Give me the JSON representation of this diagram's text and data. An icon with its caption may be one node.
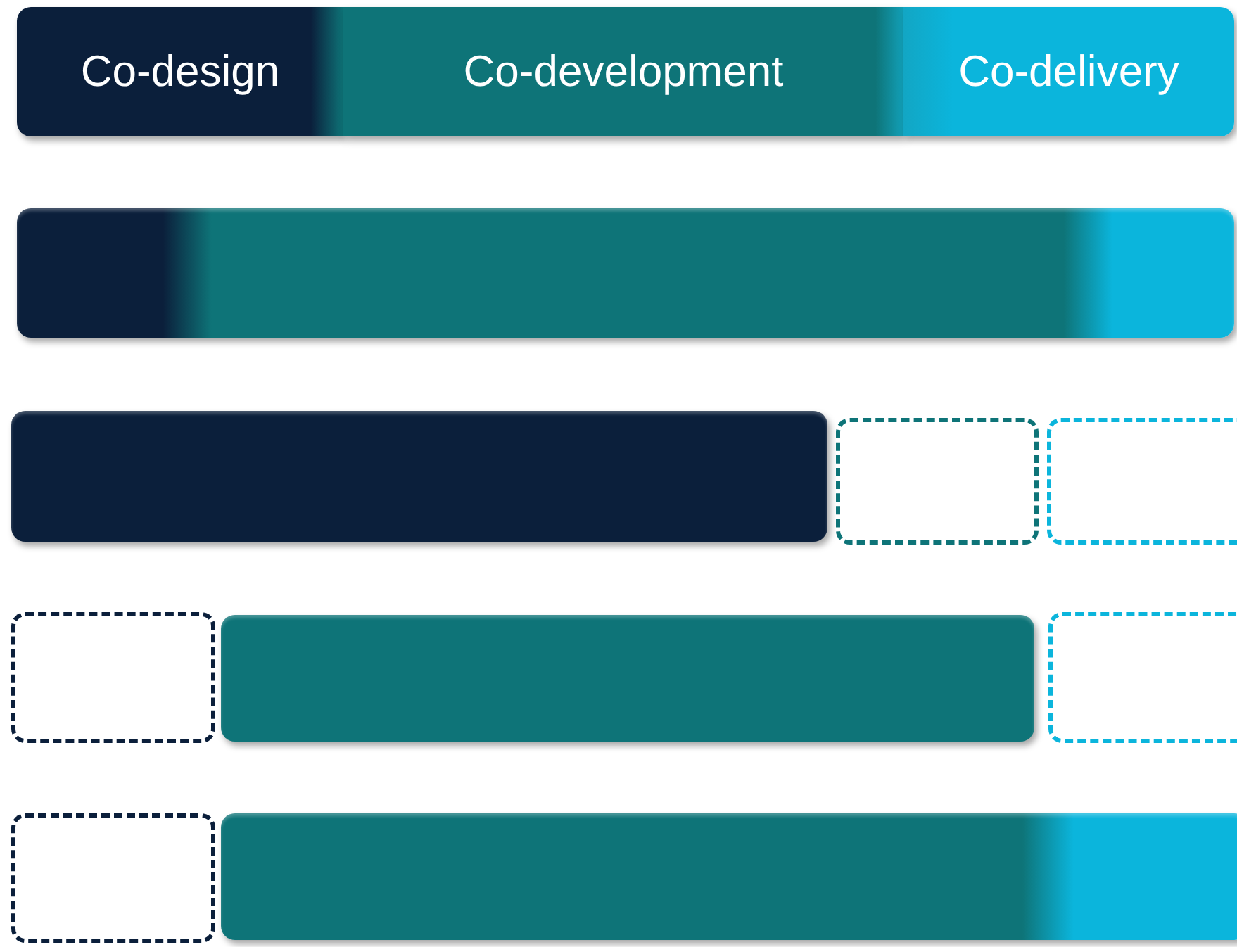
{
  "diagram": {
    "nodes": [
      {
        "text": [
          "Co-design"
        ]
      },
      {
        "text": [
          "Co-development"
        ]
      },
      {
        "text": [
          "Co-delivery"
        ]
      },
      {
        "text": [],
        "shape": "bar"
      },
      {
        "text": [],
        "shape": "bar"
      },
      {
        "text": [],
        "shape": "box"
      },
      {
        "text": [],
        "shape": "box"
      },
      {
        "text": [],
        "shape": "box"
      },
      {
        "text": [],
        "shape": "bar"
      },
      {
        "text": [],
        "shape": "box"
      },
      {
        "text": [],
        "shape": "box"
      },
      {
        "text": [],
        "shape": "bar"
      }
    ]
  }
}
